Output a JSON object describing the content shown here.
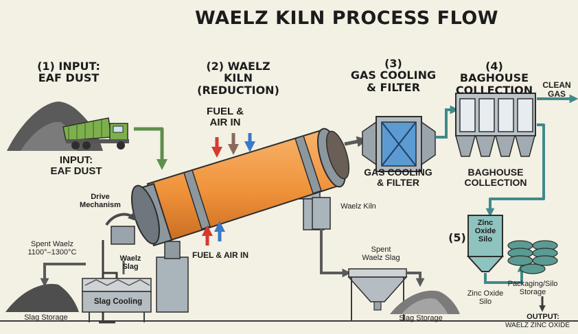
{
  "title": "WAELZ KILN PROCESS FLOW",
  "steps": {
    "s1": "(1) INPUT:\nEAF DUST",
    "s2": "(2) WAELZ KILN\n(REDUCTION)",
    "s3": "(3)\nGAS COOLING\n& FILTER",
    "s4": "(4) BAGHOUSE\nCOLLECTION",
    "s5": "(5)"
  },
  "labels": {
    "input_eaf": "INPUT:\nEAF DUST",
    "fuel_air_top": "FUEL &\nAIR IN",
    "fuel_air_bottom": "FUEL & AIR IN",
    "drive": "Drive\nMechanism",
    "spent_temp": "Spent Waelz\n1100°–1300°C",
    "waelz_slag": "Waelz\nSlag",
    "slag_cooling": "Slag Cooling",
    "slag_storage_left": "Slag Storage",
    "waelz_kiln": "Waelz Kiln",
    "spent_slag": "Spent\nWaelz Slag",
    "slag_storage_right": "Slag Storage",
    "gas_cooling": "GAS COOLING\n& FILTER",
    "baghouse": "BAGHOUSE\nCOLLECTION",
    "clean_gas": "CLEAN\nGAS",
    "zinc_silo_tank": "Zinc\nOxide\nSilo",
    "zinc_silo_below": "Zinc Oxide\nSilo",
    "packaging": "Packaging/Silo\nStorage",
    "output": "OUTPUT:",
    "output_product": "WAELZ ZINC OXIDE"
  },
  "colors": {
    "background": "#f3f0e4",
    "kiln_body": "#f0923a",
    "flow_arrow_green": "#5e8f4c",
    "flow_arrow_teal": "#3e8a8a",
    "flow_arrow_gray": "#6a6a6a",
    "fuel_red": "#d63a30",
    "fuel_blue": "#3a79c9",
    "filter_blue": "#5b9bd2",
    "equipment_gray": "#a9b4bb",
    "zinc_silo_teal": "#8fc3bf"
  }
}
